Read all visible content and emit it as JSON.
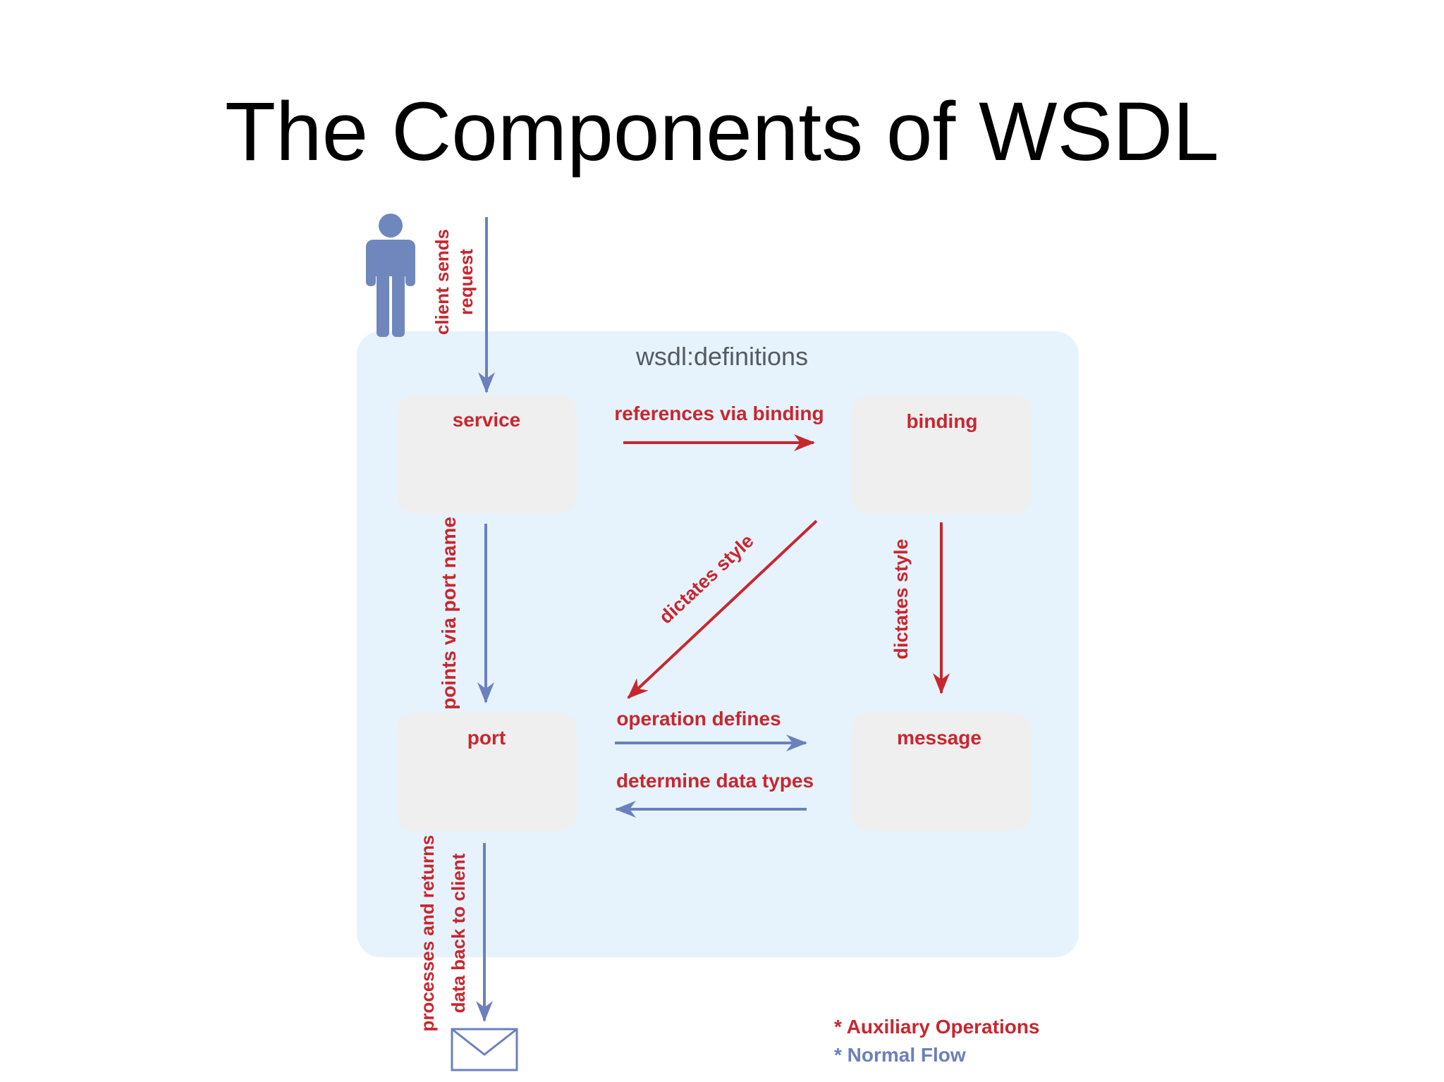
{
  "title": "The Components of WSDL",
  "diagram": {
    "container_label": "wsdl:definitions",
    "nodes": {
      "service": "service",
      "binding": "binding",
      "port": "port",
      "message": "message"
    },
    "edges": {
      "client_request": "client sends",
      "client_request_2": "request",
      "references": "references via binding",
      "points": "points via port name",
      "dictates_diag": "dictates style",
      "dictates_vert": "dictates style",
      "operation": "operation defines",
      "determine": "determine data types",
      "processes_1": "processes and returns",
      "processes_2": "data back to client"
    },
    "legend": {
      "auxiliary": "* Auxiliary Operations",
      "normal": "* Normal Flow"
    },
    "colors": {
      "red": "#c8262f",
      "blue": "#6b80bd",
      "container": "#e6f3fc",
      "node": "#efefef",
      "person": "#6f87bd"
    },
    "icons": [
      "person-icon",
      "envelope-icon"
    ]
  }
}
